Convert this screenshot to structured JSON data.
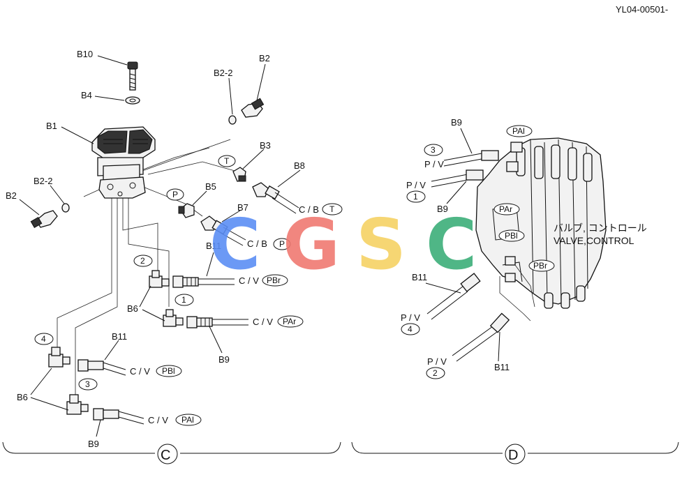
{
  "doc_code": "YL04-00501-",
  "labels": {
    "b10": "B10",
    "b4": "B4",
    "b1": "B1",
    "b2_top": "B2",
    "b2_2_top": "B2-2",
    "b2_left": "B2",
    "b2_2_left": "B2-2",
    "b3": "B3",
    "b8": "B8",
    "b5": "B5",
    "b7": "B7",
    "b11_a": "B11",
    "b6_a": "B6",
    "b9_a": "B9",
    "b11_b": "B11",
    "b6_b": "B6",
    "b9_b": "B9",
    "b9_d1": "B9",
    "b9_d2": "B9",
    "b11_d1": "B11",
    "b11_d2": "B11"
  },
  "circled_numbers": [
    "1",
    "2",
    "3",
    "4"
  ],
  "ovals": {
    "t": "T",
    "p": "P",
    "pbr": "PBr",
    "par": "PAr",
    "pbl": "PBl",
    "pal": "PAl"
  },
  "line_tags": {
    "cb": "C / B",
    "cv": "C / V",
    "pv": "P / V"
  },
  "valve_label_jp": "バルブ, コントロール",
  "valve_label_en": "VALVE,CONTROL",
  "view_c": "C",
  "view_d": "D",
  "watermark": {
    "letters": [
      "C",
      "G",
      "S",
      "C"
    ],
    "colors": [
      "#5b8ef5",
      "#f07a72",
      "#f6d264",
      "#3daf7a"
    ]
  }
}
